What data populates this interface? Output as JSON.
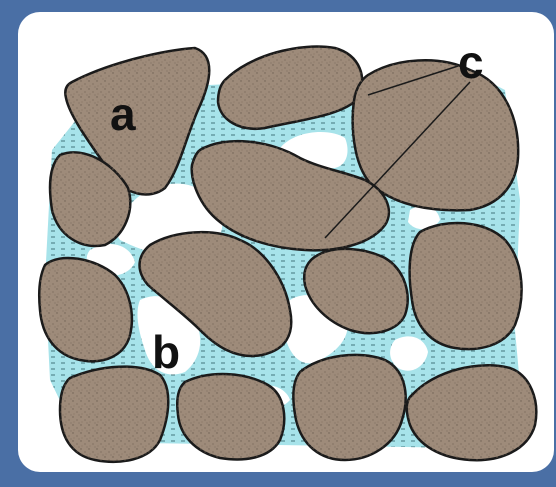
{
  "labels": {
    "a": "a",
    "b": "b",
    "c": "c"
  },
  "colors": {
    "frame": "#4a6fa5",
    "panel": "#ffffff",
    "grain_fill": "#9e8b7a",
    "grain_stroke": "#1a1a1a",
    "water": "#a7e3ea",
    "water_dash": "#2a5a60",
    "pore": "#ffffff"
  }
}
